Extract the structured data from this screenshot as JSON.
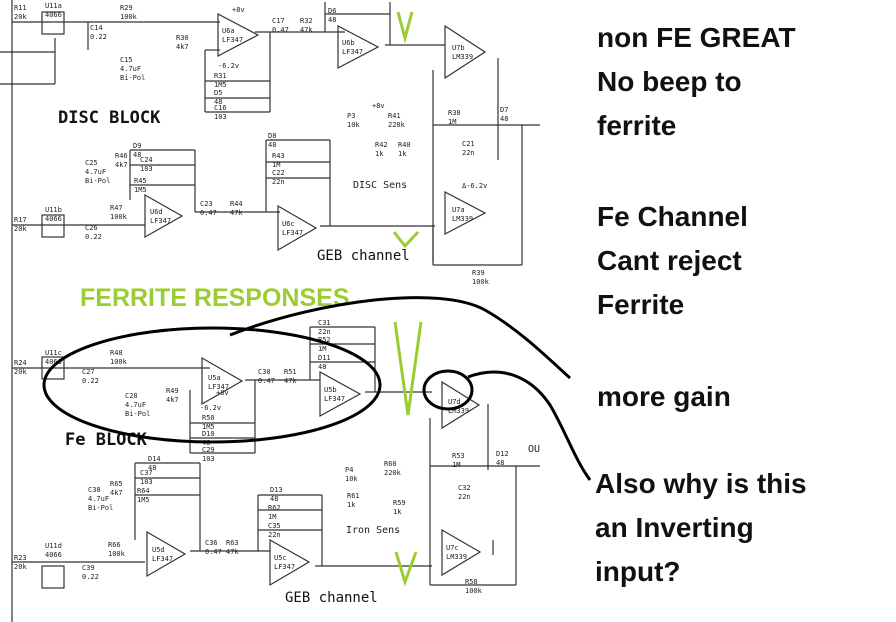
{
  "blocks": {
    "disc": "DISC BLOCK",
    "fe": "Fe BLOCK",
    "geb1": "GEB channel",
    "geb2": "GEB channel",
    "disc_sens": "DISC Sens",
    "iron_sens": "Iron Sens",
    "ferrite": "FERRITE RESPONSES",
    "out": "OU"
  },
  "supplies": {
    "pos": "+8v",
    "neg": "-6.2v",
    "neg2": "Δ-6.2v"
  },
  "components": {
    "r11": [
      "R11",
      "20k"
    ],
    "u11a": [
      "U11a",
      "4066"
    ],
    "c14": [
      "C14",
      "0.22"
    ],
    "r29": [
      "R29",
      "100k"
    ],
    "r30": [
      "R30",
      "4k7"
    ],
    "c15": [
      "C15",
      "4.7uF",
      "Bi-Pol"
    ],
    "u6a": [
      "U6a",
      "LF347"
    ],
    "r31": [
      "R31",
      "1M5"
    ],
    "d5": [
      "D5",
      "48"
    ],
    "c16": [
      "C16",
      "103"
    ],
    "c17": [
      "C17",
      "0.47"
    ],
    "r32": [
      "R32",
      "47k"
    ],
    "d6": [
      "D6",
      "48"
    ],
    "u6b": [
      "U6b",
      "LF347"
    ],
    "u7b": [
      "U7b",
      "LM339"
    ],
    "p3": [
      "P3",
      "10k"
    ],
    "r41": [
      "R41",
      "220k"
    ],
    "r42": [
      "R42",
      "1k"
    ],
    "r40": [
      "R40",
      "1k"
    ],
    "r38": [
      "R38",
      "1M"
    ],
    "c21": [
      "C21",
      "22n"
    ],
    "d7": [
      "D7",
      "48"
    ],
    "u7a": [
      "U7a",
      "LM339"
    ],
    "r39": [
      "R39",
      "100k"
    ],
    "d9": [
      "D9",
      "48"
    ],
    "r46": [
      "R46",
      "4k7"
    ],
    "c24": [
      "C24",
      "103"
    ],
    "c25": [
      "C25",
      "4.7uF",
      "Bi-Pol"
    ],
    "r45": [
      "R45",
      "1M5"
    ],
    "u6d": [
      "U6d",
      "LF347"
    ],
    "c23": [
      "C23",
      "0.47"
    ],
    "r44": [
      "R44",
      "47k"
    ],
    "d8": [
      "D8",
      "48"
    ],
    "r43": [
      "R43",
      "1M"
    ],
    "c22": [
      "C22",
      "22n"
    ],
    "u6c": [
      "U6c",
      "LF347"
    ],
    "r17": [
      "R17",
      "20k"
    ],
    "u11b": [
      "U11b",
      "4066"
    ],
    "c26": [
      "C26",
      "0.22"
    ],
    "r47": [
      "R47",
      "100k"
    ],
    "r24": [
      "R24",
      "20k"
    ],
    "u11c": [
      "U11c",
      "4066"
    ],
    "c27": [
      "C27",
      "0.22"
    ],
    "r48": [
      "R48",
      "100k"
    ],
    "r49": [
      "R49",
      "4k7"
    ],
    "c28": [
      "C28",
      "4.7uF",
      "Bi-Pol"
    ],
    "u5a": [
      "U5a",
      "LF347"
    ],
    "r50": [
      "R50",
      "1M5"
    ],
    "d10": [
      "D10",
      "48"
    ],
    "c29": [
      "C29",
      "103"
    ],
    "c30": [
      "C30",
      "0.47"
    ],
    "r51": [
      "R51",
      "47k"
    ],
    "c31": [
      "C31",
      "22n"
    ],
    "r52": [
      "R52",
      "1M"
    ],
    "d11": [
      "D11",
      "48"
    ],
    "u5b": [
      "U5b",
      "LF347"
    ],
    "u7d": [
      "U7d",
      "LM339"
    ],
    "p4": [
      "P4",
      "10k"
    ],
    "r60": [
      "R60",
      "220k"
    ],
    "r61": [
      "R61",
      "1k"
    ],
    "r59": [
      "R59",
      "1k"
    ],
    "r53": [
      "R53",
      "1M"
    ],
    "c32": [
      "C32",
      "22n"
    ],
    "d12": [
      "D12",
      "48"
    ],
    "d14": [
      "D14",
      "48"
    ],
    "r65": [
      "R65",
      "4k7"
    ],
    "c37": [
      "C37",
      "103"
    ],
    "c38": [
      "C38",
      "4.7uF",
      "Bi-Pol"
    ],
    "r64": [
      "R64",
      "1M5"
    ],
    "u5d": [
      "U5d",
      "LF347"
    ],
    "c36": [
      "C36",
      "0.47"
    ],
    "r63": [
      "R63",
      "47k"
    ],
    "d13": [
      "D13",
      "48"
    ],
    "r62": [
      "R62",
      "1M"
    ],
    "c35": [
      "C35",
      "22n"
    ],
    "u5c": [
      "U5c",
      "LF347"
    ],
    "r23": [
      "R23",
      "20k"
    ],
    "u11d": [
      "U11d",
      "4066"
    ],
    "c39": [
      "C39",
      "0.22"
    ],
    "r66": [
      "R66",
      "100k"
    ],
    "u7c": [
      "U7c",
      "LM339"
    ],
    "r58": [
      "R58",
      "100k"
    ]
  },
  "notes": [
    {
      "lines": [
        "non FE GREAT",
        "No beep to",
        "ferrite"
      ]
    },
    {
      "lines": [
        "Fe Channel",
        "Cant reject",
        "Ferrite"
      ]
    },
    {
      "lines": [
        "more gain"
      ]
    },
    {
      "lines": [
        "Also why is this",
        "an Inverting",
        "input?"
      ]
    }
  ],
  "colors": {
    "annotation_green": "#9acd32",
    "ink": "#000000"
  }
}
